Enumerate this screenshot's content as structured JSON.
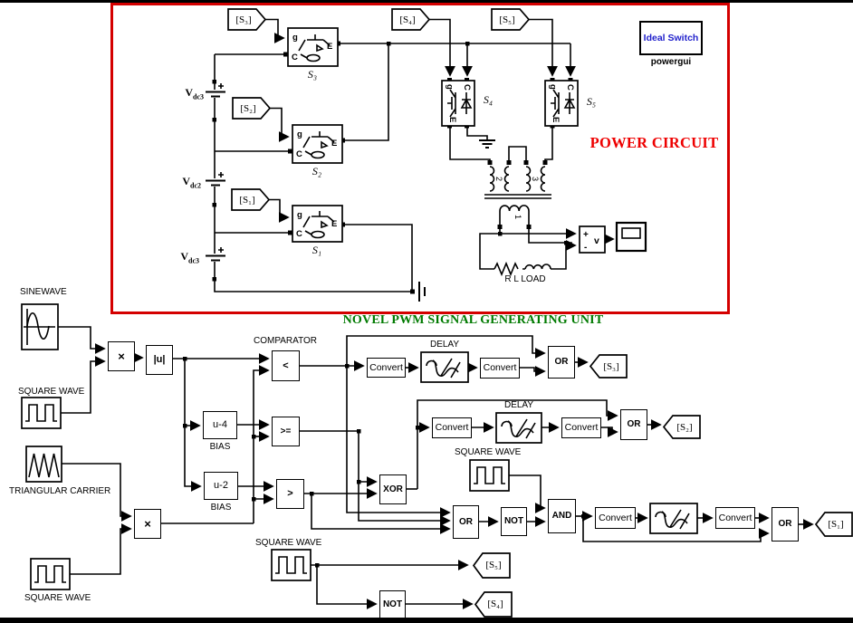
{
  "colors": {
    "frame_red": "#d40000",
    "power_title_red": "#ee0000",
    "pwm_title_green": "#007a00",
    "powergui_blue": "#2222cc"
  },
  "tags": {
    "s1": "[S₁]",
    "s2": "[S₂]",
    "s3": "[S₃]",
    "s4": "[S₄]",
    "s5": "[S₅]"
  },
  "power": {
    "title": "POWER CIRCUIT",
    "powergui_text": "Ideal Switch",
    "powergui_label": "powergui",
    "switches": {
      "s1": "S₁",
      "s2": "S₂",
      "s3": "S₃",
      "s4": "S₄",
      "s5": "S₅"
    },
    "pins": {
      "g": "g",
      "c": "C",
      "e": "E"
    },
    "sources": {
      "v": "V",
      "sub_top": "dc3",
      "sub_mid": "dc2",
      "sub_bot": "dc3"
    },
    "transformer": {
      "w1": "1",
      "w2": "2",
      "w3": "3"
    },
    "load": "R L LOAD",
    "voltmeter": {
      "plus": "+",
      "minus": "-",
      "v": "v"
    }
  },
  "pwm": {
    "title": "NOVEL PWM SIGNAL GENERATING UNIT",
    "labels": {
      "sine": "SINEWAVE",
      "square": "SQUARE WAVE",
      "triangle": "TRIANGULAR CARRIER",
      "comparator": "COMPARATOR",
      "bias": "BIAS",
      "delay": "DELAY"
    },
    "blocks": {
      "multiply": "×",
      "abs": "|u|",
      "less": "<",
      "gte": ">=",
      "greater": ">",
      "bias4": "u-4",
      "bias2": "u-2",
      "xor": "XOR",
      "or": "OR",
      "not": "NOT",
      "and": "AND",
      "convert": "Convert"
    }
  }
}
